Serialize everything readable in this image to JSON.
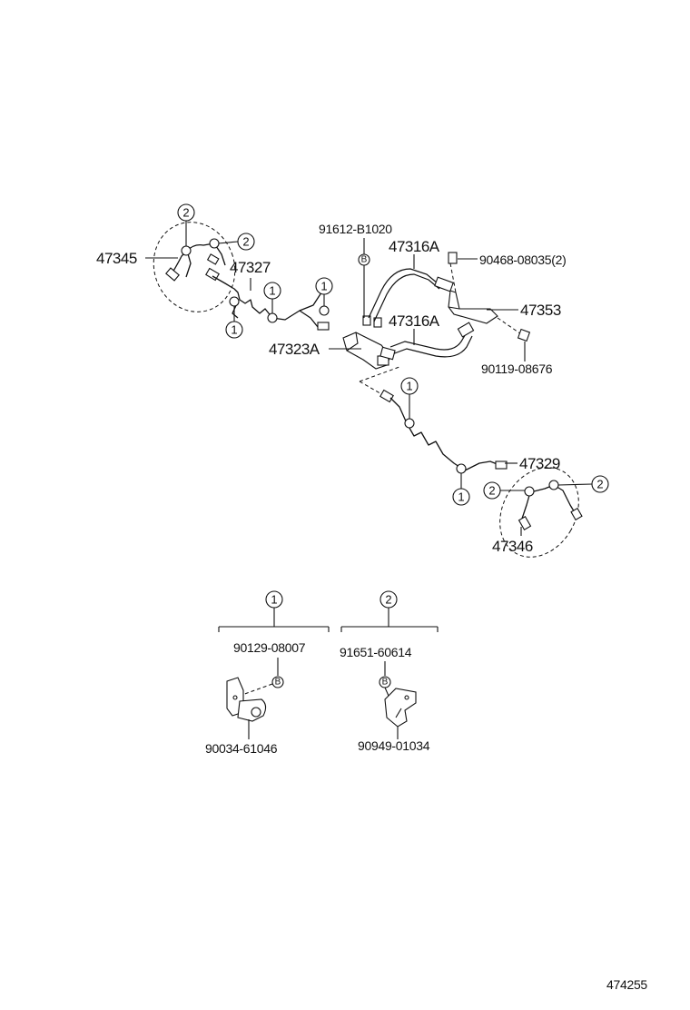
{
  "labels": {
    "p47345": "47345",
    "p47327": "47327",
    "p91612": "91612-B1020",
    "p47316a_top": "47316A",
    "p47316a_bot": "47316A",
    "p90468": "90468-08035(2)",
    "p47353": "47353",
    "p47323a": "47323A",
    "p90119": "90119-08676",
    "p47329": "47329",
    "p47346": "47346",
    "p90129": "90129-08007",
    "p90034": "90034-61046",
    "p91651": "91651-60614",
    "p90949": "90949-01034"
  },
  "refs": {
    "one": "1",
    "two": "2",
    "b": "B"
  },
  "footer": {
    "code": "474255"
  }
}
